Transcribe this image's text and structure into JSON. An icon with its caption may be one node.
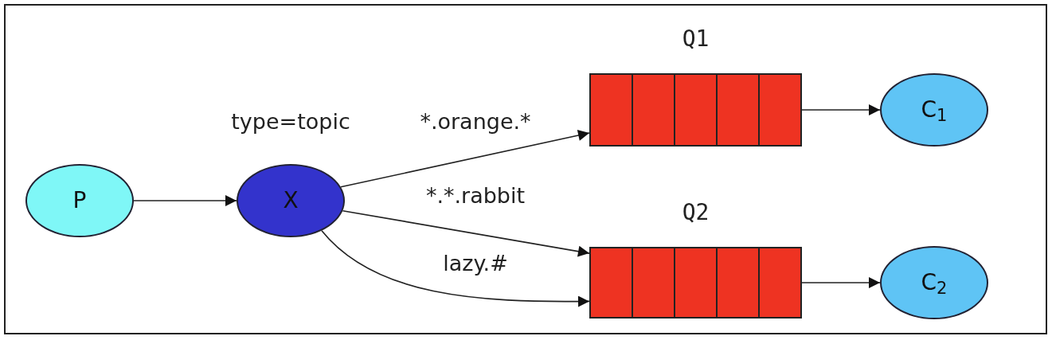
{
  "diagram": {
    "nodes": [
      {
        "text": [
          "P"
        ]
      },
      {
        "text": [
          "X"
        ],
        "beside": [
          "type=topic"
        ]
      },
      {
        "text": [
          "Q1"
        ]
      },
      {
        "text": [
          "C$_{1}$"
        ]
      },
      {
        "text": [
          "Q2"
        ]
      },
      {
        "text": [
          "C$_{2}$"
        ]
      }
    ],
    "edges": [
      {
        "from": 0,
        "to": 1,
        "arrow": "to"
      },
      {
        "from": 1,
        "to": 2,
        "arrow": "to",
        "label": "*.orange.*"
      },
      {
        "from": 1,
        "to": 4,
        "arrow": "to",
        "label": "*.*.rabbit"
      },
      {
        "from": 1,
        "to": 4,
        "arrow": "to",
        "label": "lazy.#"
      },
      {
        "from": 2,
        "to": 3,
        "arrow": "to"
      },
      {
        "from": 4,
        "to": 5,
        "arrow": "to"
      }
    ]
  }
}
